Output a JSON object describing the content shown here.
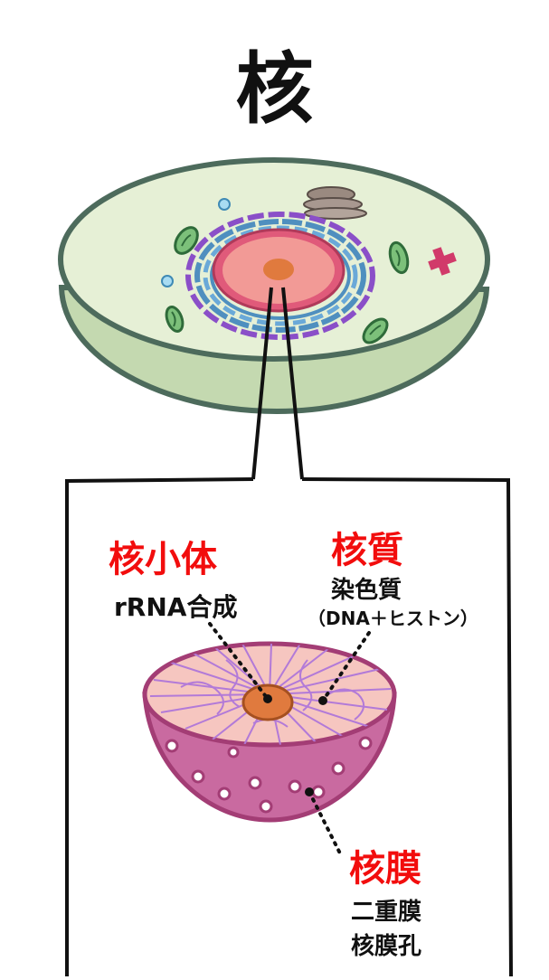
{
  "title": "核",
  "labels": {
    "nucleolus": {
      "name": "核小体",
      "desc": "rRNA合成"
    },
    "nucleoplasm": {
      "name": "核質",
      "desc": "染色質",
      "detail": "（DNA＋ヒストン）"
    },
    "membrane": {
      "name": "核膜",
      "desc_line1": "二重膜",
      "desc_line2": "核膜孔"
    }
  },
  "colors": {
    "label_red": "#f20d0d",
    "outline": "#4d6b5c",
    "cytoplasm": "#e6f0d6",
    "cell_side": "#c4d9b0",
    "nucleus_outer": "#e05a7a",
    "nucleus_inner": "#f29a96",
    "nucleolus": "#e07a3e",
    "er_blue": "#4f8fbf",
    "er_purple": "#8a4fc8",
    "membrane_pink": "#c96aa0",
    "chromatin": "#b27ad8"
  }
}
